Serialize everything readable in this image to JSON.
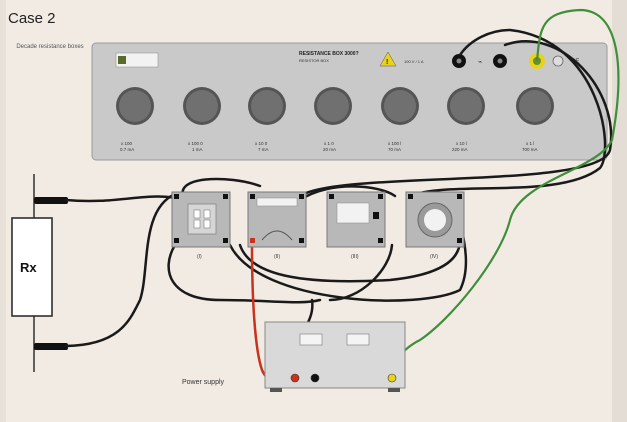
{
  "title": "Case 2",
  "decade_label": "Decade resistance boxes",
  "resistance_box": {
    "title": "RESISTANCE BOX 3000?",
    "subtitle": "RESISTOR BOX",
    "warning_text": "100 V / 1 A",
    "ce_mark": "CE",
    "dials": [
      {
        "multiplier": "x 100",
        "current": "0.7 mA"
      },
      {
        "multiplier": "x 100 0",
        "current": "1 mA"
      },
      {
        "multiplier": "x 10 0",
        "current": "7 mA"
      },
      {
        "multiplier": "x 1 0",
        "current": "20 mA"
      },
      {
        "multiplier": "x 100 l",
        "current": "70 mA"
      },
      {
        "multiplier": "x 10 l",
        "current": "220 mA"
      },
      {
        "multiplier": "x 1 l",
        "current": "700 mA"
      }
    ]
  },
  "resistor": {
    "label": "Rx"
  },
  "modules": [
    {
      "label": "(I)"
    },
    {
      "label": "(II)"
    },
    {
      "label": "(III)"
    },
    {
      "label": "(IV)"
    }
  ],
  "power_supply": {
    "label": "Power supply"
  },
  "colors": {
    "background": "#f2ebe4",
    "panel": "#cfcfcf",
    "black_wire": "#1a1a1a",
    "red_wire": "#c8321e",
    "green_wire": "#3f8f3a",
    "yellow_terminal": "#e8d21c"
  }
}
